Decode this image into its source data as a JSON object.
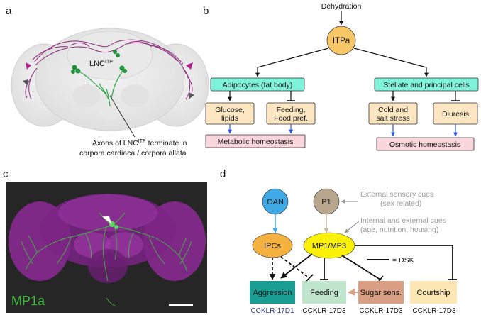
{
  "panels": {
    "a": "a",
    "b": "b",
    "c": "c",
    "d": "d"
  },
  "panel_a": {
    "neuron_label": "LNC",
    "neuron_sup": "ITP",
    "caption_line1_pre": "Axons of LNC",
    "caption_line1_sup": "ITP",
    "caption_line1_post": " terminate in",
    "caption_line2": "corpora cardiaca / corpora allata"
  },
  "panel_b": {
    "trigger": "Dehydration",
    "hub": "ITPa",
    "left_target": "Adipocytes (fat body)",
    "right_target": "Stellate and principal cells",
    "effects": [
      {
        "line1": "Glucose,",
        "line2": "lipids"
      },
      {
        "line1": "Feeding,",
        "line2": "Food pref."
      },
      {
        "line1": "Cold and",
        "line2": "salt stress"
      },
      {
        "line1": "Diuresis",
        "line2": ""
      }
    ],
    "outcomes": [
      "Metabolic homeostasis",
      "Osmotic homeostasis"
    ]
  },
  "panel_c": {
    "label": "MP1a"
  },
  "panel_d": {
    "nodes": {
      "oan": "OAN",
      "p1": "P1",
      "ipcs": "IPCs",
      "mp": "MP1/MP3"
    },
    "cues": [
      {
        "line1": "External sensory cues",
        "line2": "(sex related)"
      },
      {
        "line1": "Internal and external cues",
        "line2": "(age, nutrition, housing)"
      }
    ],
    "legend": "= DSK",
    "behaviors": [
      {
        "label": "Aggression",
        "receptor": "CCKLR-17D1"
      },
      {
        "label": "Feeding",
        "receptor": "CCKLR-17D3"
      },
      {
        "label": "Sugar sens.",
        "receptor": "CCKLR-17D3"
      },
      {
        "label": "Courtship",
        "receptor": "CCKLR-17D3"
      }
    ]
  },
  "colors": {
    "cyan_box": "#7ff3d9",
    "tan_box": "#fde7c2",
    "pink_box": "#f9d6dc",
    "itpa_node": "#f6c667",
    "oan_node": "#3fa9e6",
    "p1_node": "#b8a78d",
    "ipcs_node": "#f5b13f",
    "mp_node": "#fbf107",
    "aggression": "#1a9e94",
    "feeding": "#bfe6cd",
    "sugar": "#d9a085",
    "courtship": "#fbe7b3",
    "microscopy_bg": "#262626",
    "magenta": "#b030b8",
    "neuron_green": "#3ec13e"
  }
}
